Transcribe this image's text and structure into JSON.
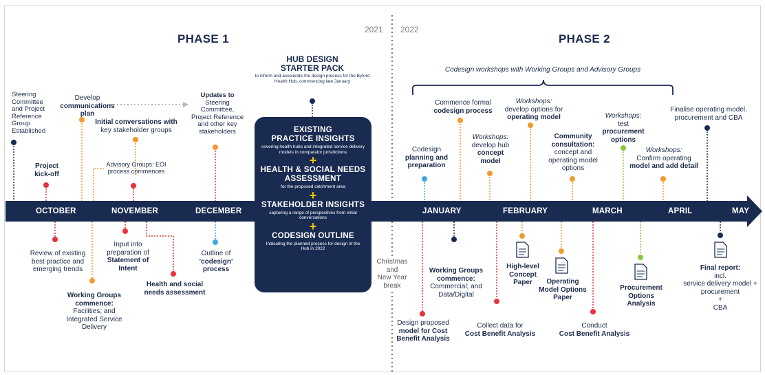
{
  "year_2021": "2021",
  "year_2022": "2022",
  "phase1": "PHASE 1",
  "phase2": "PHASE 2",
  "codesign_workshops": "Codesign workshops with Working Groups and Advisory Groups",
  "months": [
    "OCTOBER",
    "NOVEMBER",
    "DECEMBER",
    "JANUARY",
    "FEBRUARY",
    "MARCH",
    "APRIL",
    "MAY"
  ],
  "starter_pack": {
    "title_line1": "HUB DESIGN",
    "title_line2": "STARTER PACK",
    "subtitle": "to inform and accelerate the design process for the Byford Health Hub, commencing late January"
  },
  "box": {
    "h1_line1": "EXISTING",
    "h1_line2": "PRACTICE INSIGHTS",
    "s1": "covering health hubs and integrated service delivery models in comparator jurisdictions",
    "plus": "+",
    "h2_line1": "HEALTH & SOCIAL NEEDS",
    "h2_line2": "ASSESSMENT",
    "s2": "for the proposed catchment area",
    "h3": "STAKEHOLDER INSIGHTS",
    "s3": "capturing a range of perspectives from initial conversations",
    "h4": "CODESIGN OUTLINE",
    "s4": "Indicating the planned process for design of the Hub in 2022"
  },
  "christmas": [
    "Christmas",
    "and",
    "New Year",
    "break"
  ],
  "above": {
    "steering": [
      "Steering",
      "Committee",
      "and Project",
      "Reference",
      "Group",
      "Established"
    ],
    "kickoff": [
      "Project",
      "kick-off"
    ],
    "develop_comms_1": "Develop",
    "develop_comms_2": "communications",
    "develop_comms_3": "plan",
    "initial_conv_1": "Initial conversations with",
    "initial_conv_2": "key stakeholder groups",
    "advisory_1": "Advisory Groups: EOI",
    "advisory_2": "process commences",
    "updates": [
      "Updates to",
      "Steering",
      "Committee,",
      "Project Reference",
      "and other key",
      "stakeholders"
    ],
    "codesign_plan": [
      "Codesign",
      "planning and",
      "preparation"
    ],
    "commence_1": "Commence formal",
    "commence_2": "codesign process",
    "ws_hub_1": "Workshops:",
    "ws_hub_2": "develop hub",
    "ws_hub_3": "concept",
    "ws_hub_4": "model",
    "ws_op_1": "Workshops:",
    "ws_op_2": "develop options for",
    "ws_op_3": "operating model",
    "community": [
      "Community",
      "consultation:",
      "concept and",
      "operating model",
      "options"
    ],
    "ws_proc_1": "Workshops:",
    "ws_proc_2": "test",
    "ws_proc_3": "procurement",
    "ws_proc_4": "options",
    "ws_confirm_1": "Workshops:",
    "ws_confirm_2": "Confirm operating",
    "ws_confirm_3": "model and add detail",
    "finalise": [
      "Finalise operating model,",
      "procurement and CBA"
    ]
  },
  "below": {
    "review": [
      "Review of existing",
      "best practice and",
      "emerging trends"
    ],
    "input": [
      "Input into",
      "preparation of",
      "Statement of",
      "Intent"
    ],
    "wg_fac_1": "Working Groups",
    "wg_fac_2": "commence:",
    "wg_fac_3": "Facilities; and",
    "wg_fac_4": "Integrated Service",
    "wg_fac_5": "Delivery",
    "health_social": [
      "Health and social",
      "needs assessment"
    ],
    "outline_1": "Outline of",
    "outline_2": "'codesign'",
    "outline_3": "process",
    "design_model": [
      "Design proposed",
      "model for Cost",
      "Benefit Analysis"
    ],
    "wg_com_1": "Working Groups",
    "wg_com_2": "commence:",
    "wg_com_3": "Commercial; and",
    "wg_com_4": "Data/Digital",
    "collect_1": "Collect data for",
    "collect_2": "Cost Benefit Analysis",
    "hl_concept": [
      "High-level",
      "Concept",
      "Paper"
    ],
    "op_options": [
      "Operating",
      "Model Options",
      "Paper"
    ],
    "conduct_1": "Conduct",
    "conduct_2": "Cost Benefit Analysis",
    "procurement": [
      "Procurement",
      "Options",
      "Analysis"
    ],
    "final_1": "Final report:",
    "final_2": "incl.",
    "final_3": "service delivery model +",
    "final_4": "procurement",
    "final_5": "+",
    "final_6": "CBA"
  },
  "colors": {
    "navy": "#1a2b52",
    "red": "#e8323c",
    "orange": "#f29a2e",
    "blue": "#3fa7e0",
    "green": "#8cc63f",
    "yellow": "#f2c200"
  }
}
